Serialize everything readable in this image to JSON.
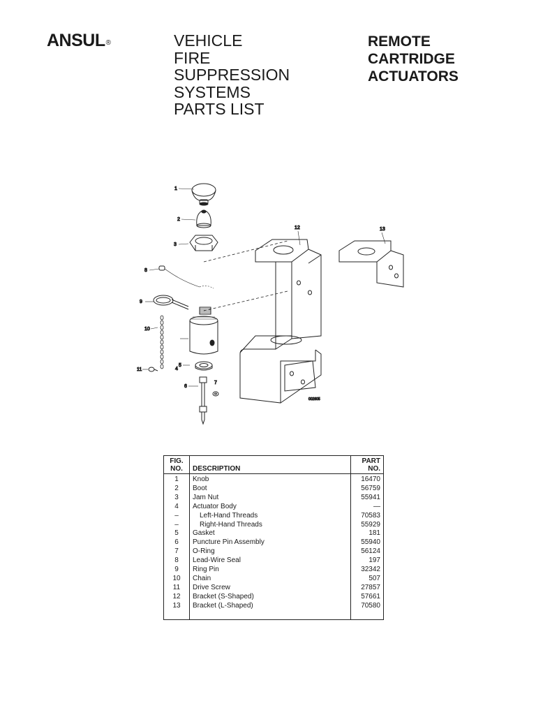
{
  "header": {
    "brand": "ANSUL",
    "registered_mark": "®",
    "title_lines": [
      "VEHICLE",
      "FIRE",
      "SUPPRESSION",
      "SYSTEMS",
      "PARTS LIST"
    ],
    "subtitle_lines": [
      "REMOTE",
      "CARTRIDGE",
      "ACTUATORS"
    ]
  },
  "diagram": {
    "callouts": [
      "1",
      "2",
      "3",
      "4",
      "5",
      "6",
      "7",
      "8",
      "9",
      "10",
      "11",
      "12",
      "13"
    ],
    "drawing_number": "002605"
  },
  "parts_table": {
    "headers": {
      "fig_line1": "FIG.",
      "fig_line2": "NO.",
      "description": "DESCRIPTION",
      "part_line1": "PART",
      "part_line2": "NO."
    },
    "rows": [
      {
        "fig": "1",
        "description": "Knob",
        "part": "16470",
        "indent": false
      },
      {
        "fig": "2",
        "description": "Boot",
        "part": "56759",
        "indent": false
      },
      {
        "fig": "3",
        "description": "Jam Nut",
        "part": "55941",
        "indent": false
      },
      {
        "fig": "4",
        "description": "Actuator Body",
        "part": "—",
        "indent": false
      },
      {
        "fig": "–",
        "description": "Left-Hand Threads",
        "part": "70583",
        "indent": true
      },
      {
        "fig": "–",
        "description": "Right-Hand Threads",
        "part": "55929",
        "indent": true
      },
      {
        "fig": "5",
        "description": "Gasket",
        "part": "181",
        "indent": false
      },
      {
        "fig": "6",
        "description": "Puncture Pin Assembly",
        "part": "55940",
        "indent": false
      },
      {
        "fig": "7",
        "description": "O-Ring",
        "part": "56124",
        "indent": false
      },
      {
        "fig": "8",
        "description": "Lead-Wire Seal",
        "part": "197",
        "indent": false
      },
      {
        "fig": "9",
        "description": "Ring Pin",
        "part": "32342",
        "indent": false
      },
      {
        "fig": "10",
        "description": "Chain",
        "part": "507",
        "indent": false
      },
      {
        "fig": "11",
        "description": "Drive Screw",
        "part": "27857",
        "indent": false
      },
      {
        "fig": "12",
        "description": "Bracket (S-Shaped)",
        "part": "57661",
        "indent": false
      },
      {
        "fig": "13",
        "description": "Bracket (L-Shaped)",
        "part": "70580",
        "indent": false
      }
    ]
  }
}
